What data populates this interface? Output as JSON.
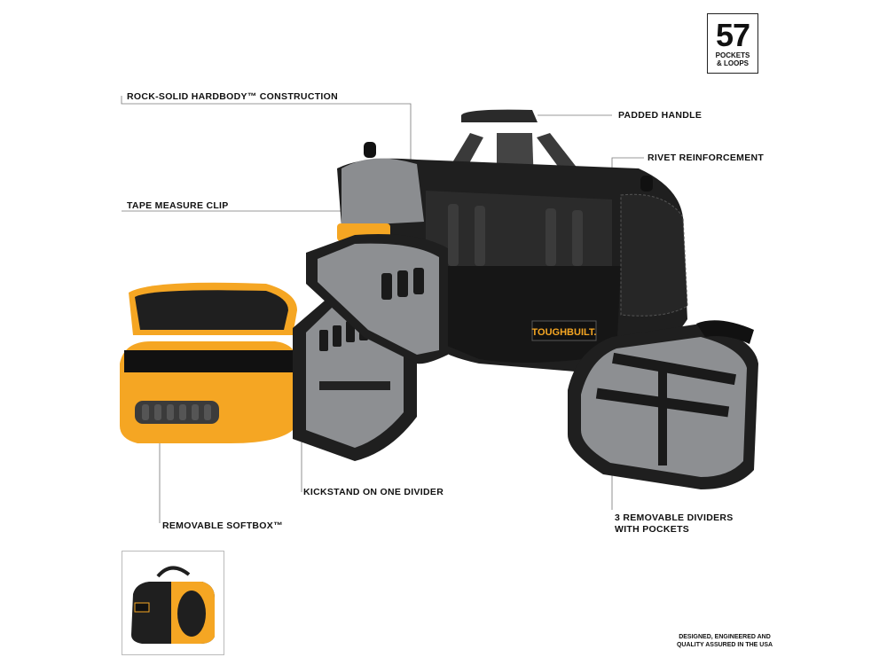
{
  "badge": {
    "number": "57",
    "text_line1": "POCKETS",
    "text_line2": "& LOOPS"
  },
  "callouts": {
    "hardbody": "ROCK-SOLID HARDBODY™ CONSTRUCTION",
    "padded_handle": "PADDED HANDLE",
    "rivet": "RIVET REINFORCEMENT",
    "tape_clip": "TAPE MEASURE CLIP",
    "kickstand": "KICKSTAND ON ONE DIVIDER",
    "softbox": "REMOVABLE SOFTBOX™",
    "dividers": "3 REMOVABLE DIVIDERS WITH POCKETS"
  },
  "brand": "TOUGHBUILT.",
  "footer": "DESIGNED, ENGINEERED AND QUALITY ASSURED IN THE USA",
  "colors": {
    "bag_black": "#1c1c1c",
    "panel_gray": "#8d8f92",
    "accent_yellow": "#f5a623"
  }
}
